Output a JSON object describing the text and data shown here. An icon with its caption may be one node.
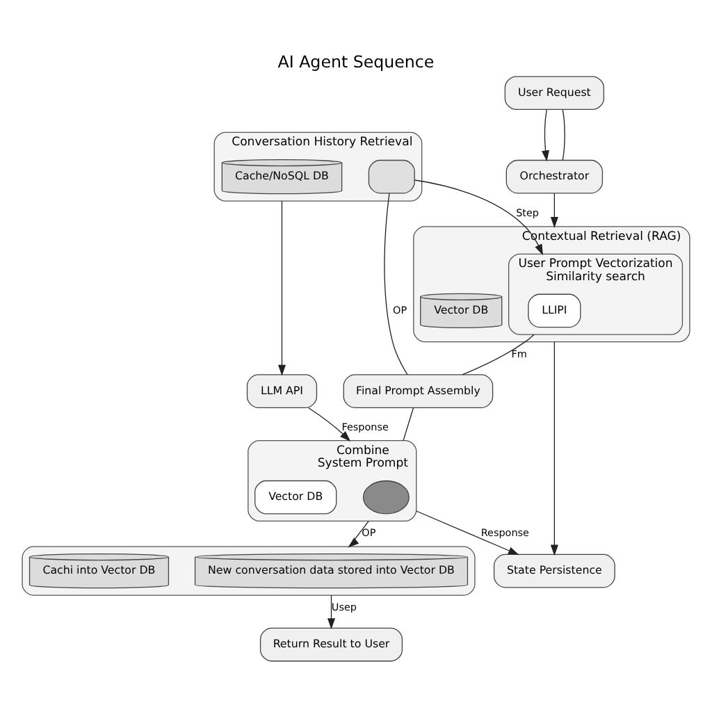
{
  "diagram": {
    "title": "AI Agent Sequence",
    "nodes": [
      {
        "text": [
          "User Request"
        ]
      },
      {
        "text": [
          "Orchestrator"
        ]
      },
      {
        "text": [
          "Conversation History Retrieval"
        ]
      },
      {
        "text": [
          "Cache/NoSQL DB"
        ],
        "in": 2
      },
      {
        "text": [],
        "shape": "box",
        "in": 2
      },
      {
        "text": [
          "Contextual Retrieval (RAG)"
        ]
      },
      {
        "text": [
          "User Prompt Vectorization",
          "Similarity search"
        ],
        "in": 5
      },
      {
        "text": [
          "LLIPI"
        ],
        "in": 6
      },
      {
        "text": [
          "Vector DB"
        ],
        "in": 5
      },
      {
        "text": [
          "Final Prompt Assembly"
        ]
      },
      {
        "text": [
          "LLM API"
        ]
      },
      {
        "text": [
          "Combine",
          "System Prompt"
        ]
      },
      {
        "text": [],
        "shape": "bubble",
        "in": 11
      },
      {
        "text": [
          "Vector DB"
        ],
        "in": 11
      },
      {
        "text": [
          "State Persistence"
        ]
      },
      {
        "text": [],
        "shape": "box"
      },
      {
        "text": [
          "New conversation data stored into Vector DB"
        ],
        "in": 15
      },
      {
        "text": [
          "Cachi into Vector DB"
        ],
        "in": 15
      },
      {
        "text": [
          "Return Result to User"
        ]
      }
    ],
    "edges": [
      {
        "from": 0,
        "to": 1,
        "arrow": "to"
      },
      {
        "from": 0,
        "to": 1,
        "arrow": "none"
      },
      {
        "from": 1,
        "to": 5,
        "arrow": "to"
      },
      {
        "from": 4,
        "to": 6,
        "arrow": "to",
        "label": "Step"
      },
      {
        "from": 4,
        "to": 9,
        "arrow": "none",
        "label": "OP"
      },
      {
        "from": 6,
        "to": 9,
        "arrow": "none",
        "label": "Fm"
      },
      {
        "from": 2,
        "to": 10,
        "arrow": "to"
      },
      {
        "from": 5,
        "to": 14,
        "arrow": "to"
      },
      {
        "from": 9,
        "to": 11,
        "arrow": "none"
      },
      {
        "from": 10,
        "to": 11,
        "arrow": "to",
        "label": "Fesponse"
      },
      {
        "from": 11,
        "to": 14,
        "arrow": "to",
        "label": "Response"
      },
      {
        "from": 11,
        "to": 15,
        "arrow": "to",
        "label": "OP"
      },
      {
        "from": 15,
        "to": 18,
        "arrow": "to",
        "label": "Usep"
      }
    ]
  }
}
